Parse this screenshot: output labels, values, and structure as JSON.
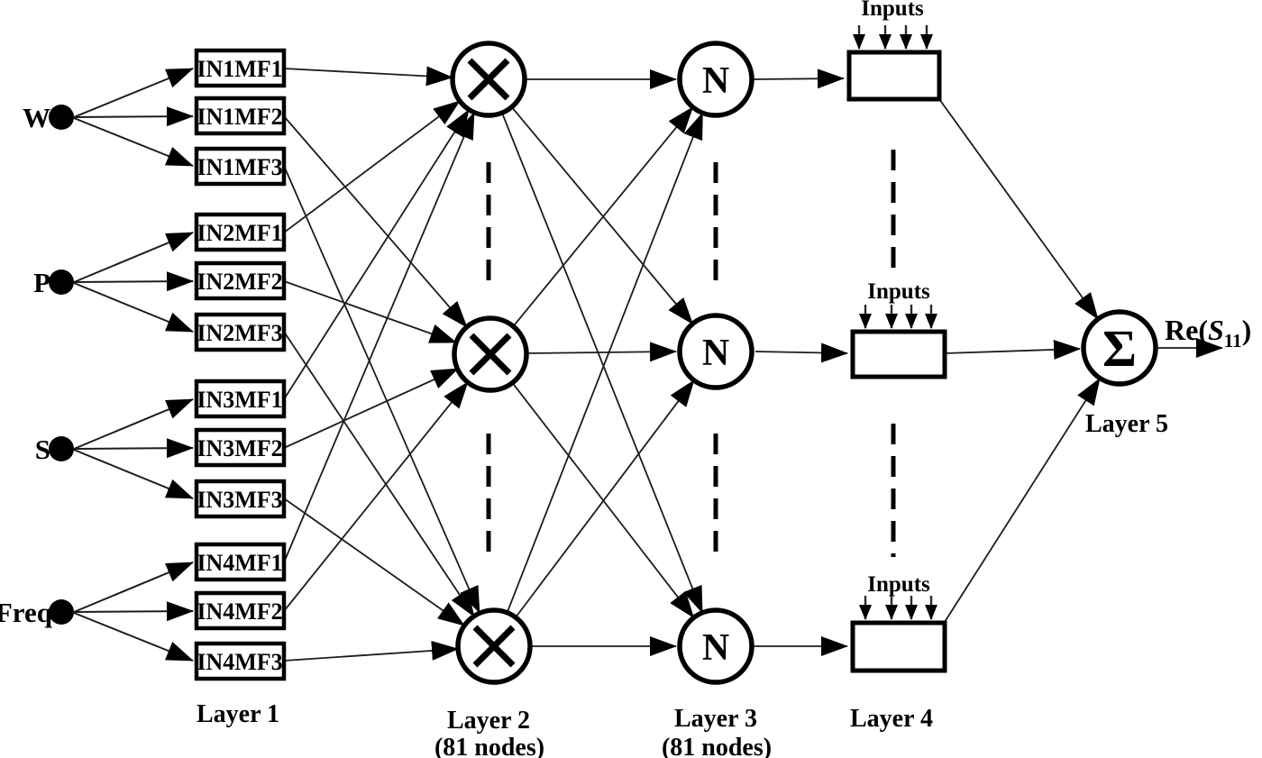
{
  "colors": {
    "ink": "#000000",
    "background": "#ffffff"
  },
  "inputs": [
    {
      "label": "W"
    },
    {
      "label": "P"
    },
    {
      "label": "S"
    },
    {
      "label": "Freq"
    }
  ],
  "layer1": {
    "boxes": [
      "IN1MF1",
      "IN1MF2",
      "IN1MF3",
      "IN2MF1",
      "IN2MF2",
      "IN2MF3",
      "IN3MF1",
      "IN3MF2",
      "IN3MF3",
      "IN4MF1",
      "IN4MF2",
      "IN4MF3"
    ]
  },
  "layer2": {
    "node_icon": "multiply-icon"
  },
  "layer3": {
    "node_label": "N"
  },
  "layer4": {
    "inputs_label": "Inputs"
  },
  "layer5": {
    "node_label": "Σ"
  },
  "output": {
    "prefix": "Re(",
    "var": "S",
    "sub": "11",
    "close": ")"
  },
  "layer_labels": {
    "l1": "Layer 1",
    "l2": "Layer 2",
    "l2_sub": "(81 nodes)",
    "l3": "Layer 3",
    "l3_sub": "(81 nodes)",
    "l4": "Layer 4",
    "l5": "Layer 5"
  }
}
